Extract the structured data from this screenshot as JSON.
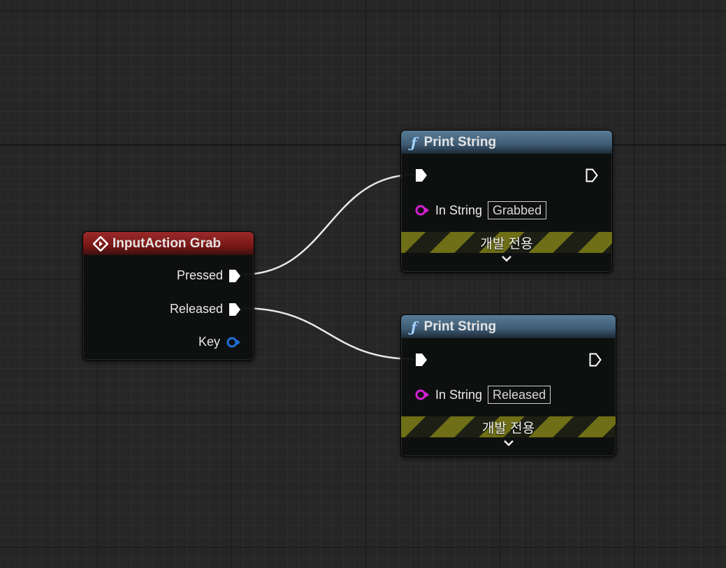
{
  "graph": {
    "event_node": {
      "title": "InputAction Grab",
      "icon": "event-diamond-icon",
      "header_color": "#8a1f1f",
      "pins": [
        {
          "label": "Pressed",
          "type": "exec"
        },
        {
          "label": "Released",
          "type": "exec"
        },
        {
          "label": "Key",
          "type": "struct",
          "color": "#1f6fd6"
        }
      ]
    },
    "print_nodes": [
      {
        "title": "Print String",
        "icon": "function-icon",
        "header_color": "#4a6a84",
        "in_string_label": "In String",
        "in_string_value": "Grabbed",
        "dev_only_label": "개발 전용",
        "expand_icon": "chevron-down-icon"
      },
      {
        "title": "Print String",
        "icon": "function-icon",
        "header_color": "#4a6a84",
        "in_string_label": "In String",
        "in_string_value": "Released",
        "dev_only_label": "개발 전용",
        "expand_icon": "chevron-down-icon"
      }
    ],
    "string_pin_color": "#d21fd2",
    "dev_stripe_color": "#6e6f16"
  }
}
